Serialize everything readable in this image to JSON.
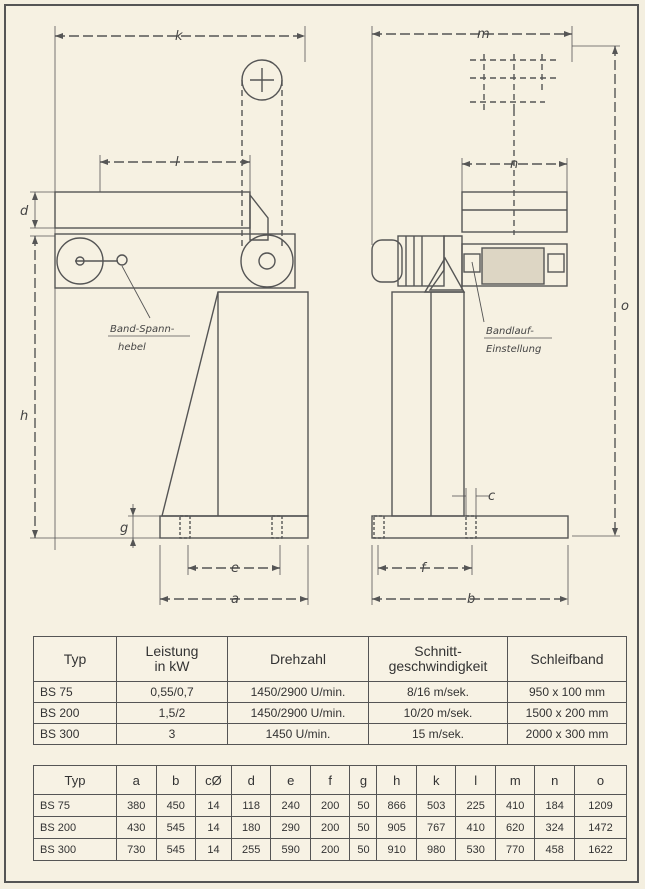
{
  "labels": {
    "k": "k",
    "m": "m",
    "l": "l",
    "n": "n",
    "d": "d",
    "o": "o",
    "h": "h",
    "g": "g",
    "e": "e",
    "f": "f",
    "a": "a",
    "b": "b",
    "c": "c"
  },
  "notes": {
    "band_spannhebel_1": "Band-Spann-",
    "band_spannhebel_2": "hebel",
    "bandlauf_1": "Bandlauf-",
    "bandlauf_2": "Einstellung"
  },
  "table1": {
    "headers": [
      "Typ",
      "Leistung in kW",
      "Drehzahl",
      "Schnitt-geschwindigkeit",
      "Schleifband"
    ],
    "header_lines": {
      "leistung": [
        "Leistung",
        "in kW"
      ],
      "schnitt": [
        "Schnitt-",
        "geschwindigkeit"
      ]
    },
    "rows": [
      [
        "BS  75",
        "0,55/0,7",
        "1450/2900 U/min.",
        "8/16 m/sek.",
        "950 x 100  mm"
      ],
      [
        "BS 200",
        "1,5/2",
        "1450/2900 U/min.",
        "10/20 m/sek.",
        "1500 x 200  mm"
      ],
      [
        "BS 300",
        "3",
        "1450 U/min.",
        "15 m/sek.",
        "2000 x 300  mm"
      ]
    ]
  },
  "table2": {
    "headers": [
      "Typ",
      "a",
      "b",
      "cØ",
      "d",
      "e",
      "f",
      "g",
      "h",
      "k",
      "l",
      "m",
      "n",
      "o"
    ],
    "rows": [
      [
        "BS  75",
        "380",
        "450",
        "14",
        "118",
        "240",
        "200",
        "50",
        "866",
        "503",
        "225",
        "410",
        "184",
        "1209"
      ],
      [
        "BS 200",
        "430",
        "545",
        "14",
        "180",
        "290",
        "200",
        "50",
        "905",
        "767",
        "410",
        "620",
        "324",
        "1472"
      ],
      [
        "BS 300",
        "730",
        "545",
        "14",
        "255",
        "590",
        "200",
        "50",
        "910",
        "980",
        "530",
        "770",
        "458",
        "1622"
      ]
    ]
  }
}
